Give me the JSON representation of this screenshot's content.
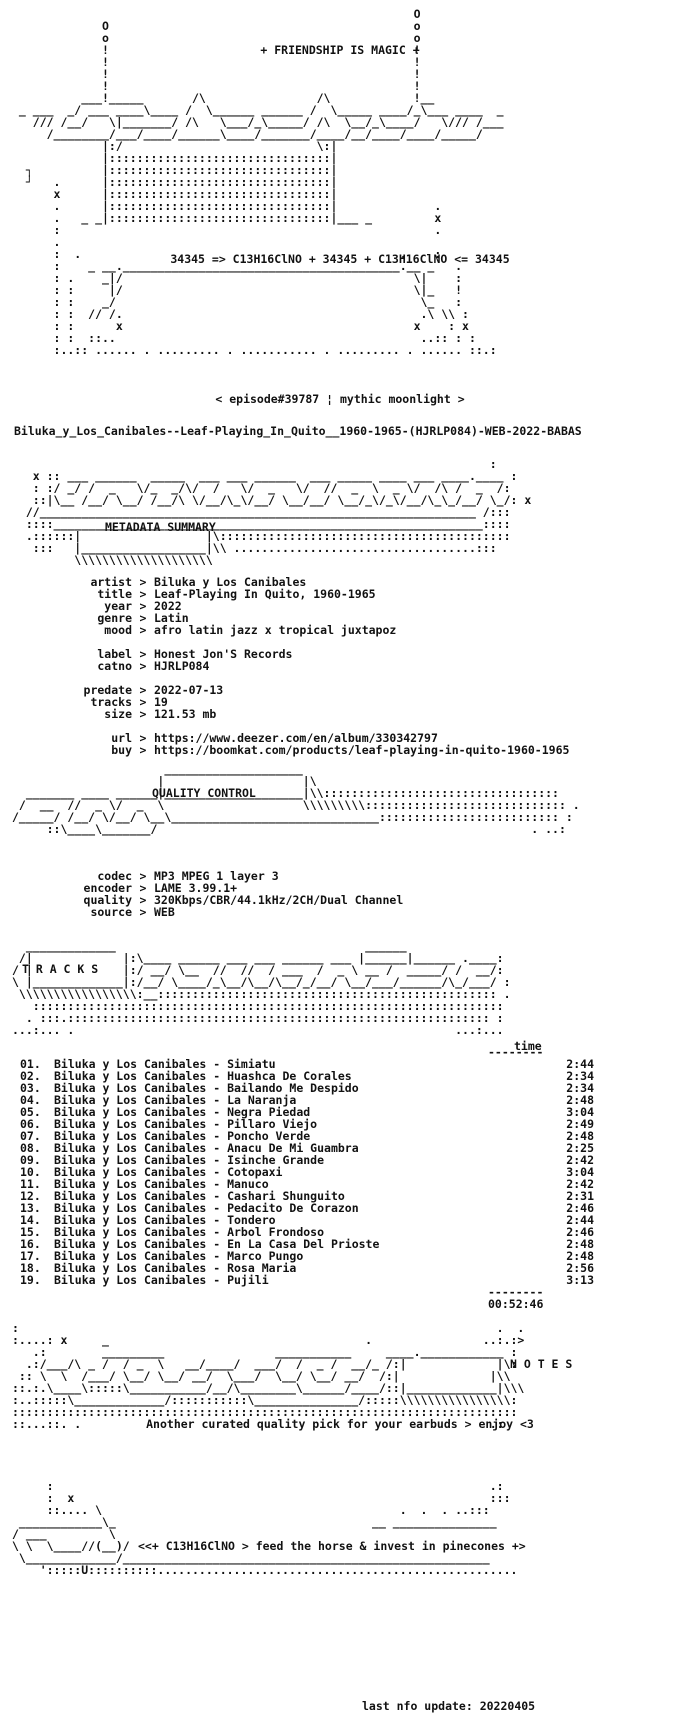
{
  "header": {
    "slogan": "+ FRIENDSHIP IS MAGIC +",
    "formula": "34345 => C13H16ClNO + 34345 + C13H16ClNO <= 34345",
    "episode": "< episode#39787 ¦ mythic moonlight >"
  },
  "release_name": "Biluka_y_Los_Canibales--Leaf-Playing_In_Quito__1960-1965-(HJRLP084)-WEB-2022-BABAS",
  "sections": {
    "metadata": "METADATA SUMMARY",
    "quality": "QUALITY CONTROL",
    "tracks": "T R A C K S",
    "notes": "N O T E S"
  },
  "metadata": [
    {
      "key": "artist",
      "value": "Biluka y Los Canibales"
    },
    {
      "key": "title",
      "value": "Leaf-Playing In Quito, 1960-1965"
    },
    {
      "key": "year",
      "value": "2022"
    },
    {
      "key": "genre",
      "value": "Latin"
    },
    {
      "key": "mood",
      "value": "afro latin jazz x tropical juxtapoz"
    },
    {
      "key": "",
      "value": ""
    },
    {
      "key": "label",
      "value": "Honest Jon'S Records"
    },
    {
      "key": "catno",
      "value": "HJRLP084"
    },
    {
      "key": "",
      "value": ""
    },
    {
      "key": "predate",
      "value": "2022-07-13"
    },
    {
      "key": "tracks",
      "value": "19"
    },
    {
      "key": "size",
      "value": "121.53 mb"
    },
    {
      "key": "",
      "value": ""
    },
    {
      "key": "url",
      "value": "https://www.deezer.com/en/album/330342797"
    },
    {
      "key": "buy",
      "value": "https://boomkat.com/products/leaf-playing-in-quito-1960-1965"
    }
  ],
  "quality": [
    {
      "key": "codec",
      "value": "MP3 MPEG 1 layer 3"
    },
    {
      "key": "encoder",
      "value": "LAME 3.99.1+"
    },
    {
      "key": "quality",
      "value": "320Kbps/CBR/44.1kHz/2CH/Dual Channel"
    },
    {
      "key": "source",
      "value": "WEB"
    }
  ],
  "tracklist": {
    "time_header": "time",
    "total": "00:52:46",
    "items": [
      {
        "num": "01.",
        "title": "Biluka y Los Canibales - Simiatu",
        "time": "2:44"
      },
      {
        "num": "02.",
        "title": "Biluka y Los Canibales - Huashca De Corales",
        "time": "2:34"
      },
      {
        "num": "03.",
        "title": "Biluka y Los Canibales - Bailando Me Despido",
        "time": "2:34"
      },
      {
        "num": "04.",
        "title": "Biluka y Los Canibales - La Naranja",
        "time": "2:48"
      },
      {
        "num": "05.",
        "title": "Biluka y Los Canibales - Negra Piedad",
        "time": "3:04"
      },
      {
        "num": "06.",
        "title": "Biluka y Los Canibales - Pillaro Viejo",
        "time": "2:49"
      },
      {
        "num": "07.",
        "title": "Biluka y Los Canibales - Poncho Verde",
        "time": "2:48"
      },
      {
        "num": "08.",
        "title": "Biluka y Los Canibales - Anacu De Mi Guambra",
        "time": "2:25"
      },
      {
        "num": "09.",
        "title": "Biluka y Los Canibales - Isinche Grande",
        "time": "2:42"
      },
      {
        "num": "10.",
        "title": "Biluka y Los Canibales - Cotopaxi",
        "time": "3:04"
      },
      {
        "num": "11.",
        "title": "Biluka y Los Canibales - Manuco",
        "time": "2:42"
      },
      {
        "num": "12.",
        "title": "Biluka y Los Canibales - Cashari Shunguito",
        "time": "2:31"
      },
      {
        "num": "13.",
        "title": "Biluka y Los Canibales - Pedacito De Corazon",
        "time": "2:46"
      },
      {
        "num": "14.",
        "title": "Biluka y Los Canibales - Tondero",
        "time": "2:44"
      },
      {
        "num": "15.",
        "title": "Biluka y Los Canibales - Arbol Frondoso",
        "time": "2:46"
      },
      {
        "num": "16.",
        "title": "Biluka y Los Canibales - En La Casa Del Prioste",
        "time": "2:48"
      },
      {
        "num": "17.",
        "title": "Biluka y Los Canibales - Marco Pungo",
        "time": "2:48"
      },
      {
        "num": "18.",
        "title": "Biluka y Los Canibales - Rosa Maria",
        "time": "2:56"
      },
      {
        "num": "19.",
        "title": "Biluka y Los Canibales - Pujili",
        "time": "3:13"
      }
    ]
  },
  "notes_text": "Another curated quality pick for your earbuds > enjoy <3",
  "footer": {
    "tagline": "<<+ C13H16ClNO > feed the horse & invest in pinecones +>",
    "last_update": "last nfo update: 20220405"
  }
}
